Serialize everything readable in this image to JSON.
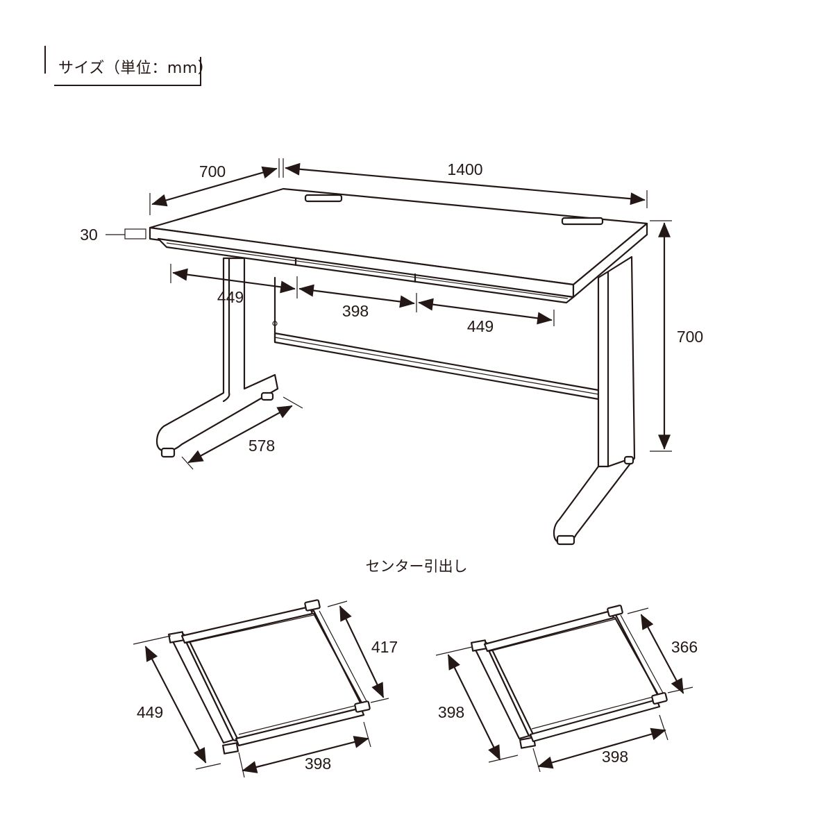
{
  "title": "サイズ（単位：mm）",
  "desk": {
    "depth_label": "700",
    "width_label": "1400",
    "thickness_label": "30",
    "height_label": "700",
    "leg_depth_label": "578",
    "drawer_left_label": "449",
    "drawer_center_label": "398",
    "drawer_right_label": "449"
  },
  "drawer_caption": "センター引出し",
  "drawer_left": {
    "depth_label": "449",
    "width_label": "398",
    "rail_label": "417"
  },
  "drawer_right": {
    "depth_label": "398",
    "width_label": "398",
    "rail_label": "366"
  }
}
